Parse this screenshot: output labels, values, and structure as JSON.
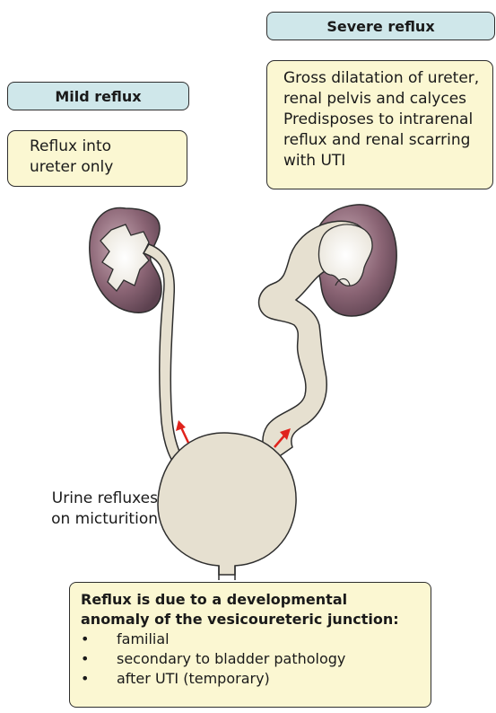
{
  "severe": {
    "title": "Severe reflux",
    "lines": [
      "Gross dilatation of ureter,",
      "renal pelvis and calyces",
      "Predisposes to intrarenal",
      "reflux and renal  scarring",
      "with UTI"
    ]
  },
  "mild": {
    "title": "Mild reflux",
    "lines": [
      "Reflux into",
      "ureter only"
    ]
  },
  "bladder_note": {
    "lines": [
      "Urine refluxes",
      "on micturition"
    ]
  },
  "cause": {
    "heading_lines": [
      "Reflux is due to a developmental",
      "anomaly of  the vesicoureteric junction:"
    ],
    "bullet": "•",
    "items": [
      "familial",
      "secondary to bladder pathology",
      "after UTI (temporary)"
    ]
  },
  "colors": {
    "pill_fill": "#cfe7ea",
    "note_fill": "#fbf7d2",
    "kidney": "#8a6474",
    "tissue": "#e6e0d0",
    "arrow": "#e0231c"
  }
}
